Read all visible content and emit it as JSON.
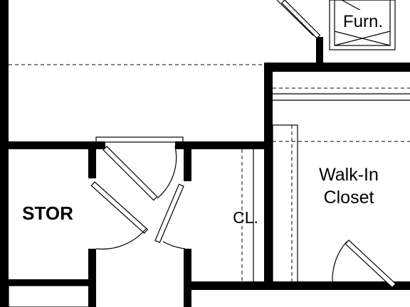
{
  "plan": {
    "rooms": {
      "storage": "STOR",
      "closet": "CL.",
      "walk_in_line1": "Walk-In",
      "walk_in_line2": "Closet",
      "furnace": "Furn."
    },
    "colors": {
      "wall": "#000000",
      "background": "#ffffff"
    }
  }
}
